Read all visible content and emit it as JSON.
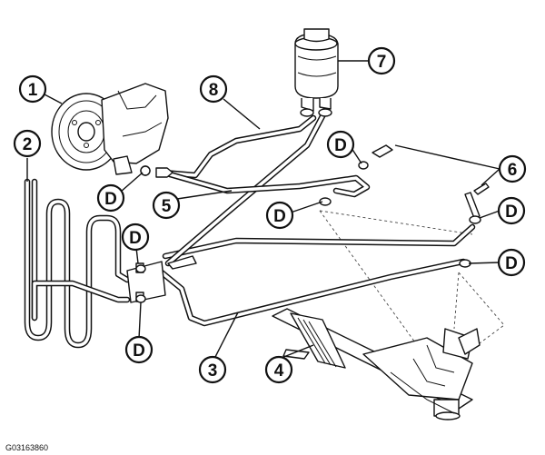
{
  "callouts": {
    "c1": "1",
    "c2": "2",
    "c3": "3",
    "c4": "4",
    "c5": "5",
    "c6": "6",
    "c7": "7",
    "c8": "8",
    "d": "D"
  },
  "figure_code": "G03163860"
}
